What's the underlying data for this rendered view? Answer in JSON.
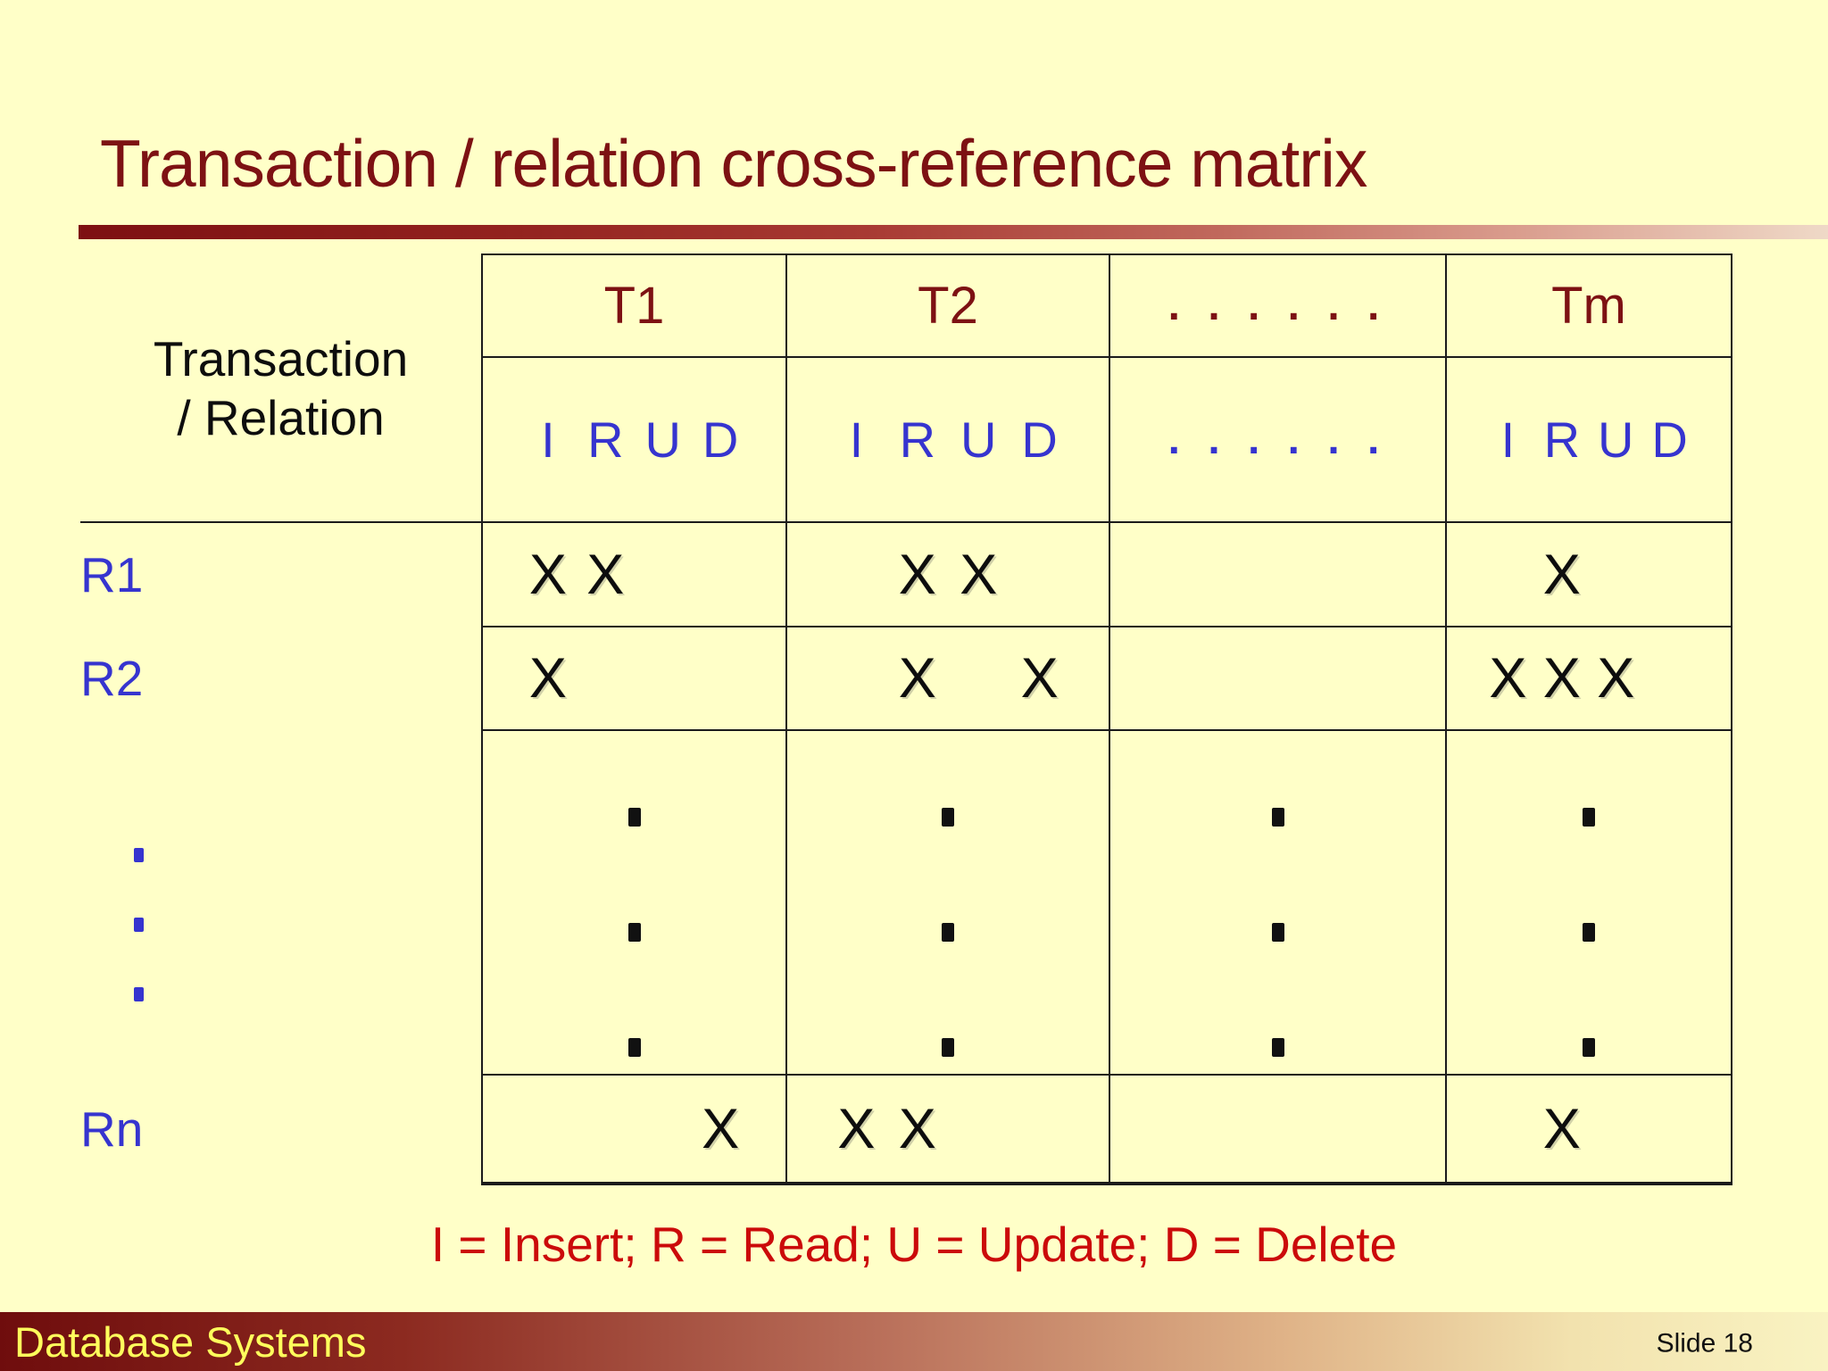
{
  "slide": {
    "title": "Transaction / relation cross-reference matrix",
    "legend": "I = Insert; R = Read; U = Update; D = Delete",
    "footer": {
      "left": "Database Systems",
      "right": "Slide 18"
    }
  },
  "table": {
    "corner_label_line1": "Transaction",
    "corner_label_line2": "/ Relation",
    "ops": [
      "I",
      "R",
      "U",
      "D"
    ],
    "mark": "X",
    "dots_per_column": 3,
    "label_dots": 3,
    "columns": [
      {
        "key": "T1",
        "label": "T1",
        "type": "ops"
      },
      {
        "key": "T2",
        "label": "T2",
        "type": "ops"
      },
      {
        "key": "dots",
        "label": ". . . . . .",
        "type": "dots",
        "ops_label": ". . . . . ."
      },
      {
        "key": "Tm",
        "label": "Tm",
        "type": "ops"
      }
    ],
    "rows": [
      {
        "label": "R1",
        "type": "data",
        "cells": {
          "T1": [
            "I",
            "R"
          ],
          "T2": [
            "R",
            "U"
          ],
          "dots": [],
          "Tm": [
            "R"
          ]
        }
      },
      {
        "label": "R2",
        "type": "data",
        "cells": {
          "T1": [
            "I"
          ],
          "T2": [
            "R",
            "D"
          ],
          "dots": [],
          "Tm": [
            "I",
            "R",
            "U"
          ]
        }
      },
      {
        "label": "",
        "type": "dots",
        "cells": {
          "T1": [],
          "T2": [],
          "dots": [],
          "Tm": []
        }
      },
      {
        "label": "Rn",
        "type": "data",
        "cells": {
          "T1": [
            "D"
          ],
          "T2": [
            "I",
            "R"
          ],
          "dots": [],
          "Tm": [
            "R"
          ]
        }
      }
    ]
  },
  "colors": {
    "bg": "#FFFFC8",
    "red-dark": "#7D1113",
    "red-bright": "#CB0A0A",
    "blue": "#3634CF",
    "ink": "#111111",
    "footer-yellow": "#FFFF5C",
    "grid": "#1b1b1b"
  }
}
